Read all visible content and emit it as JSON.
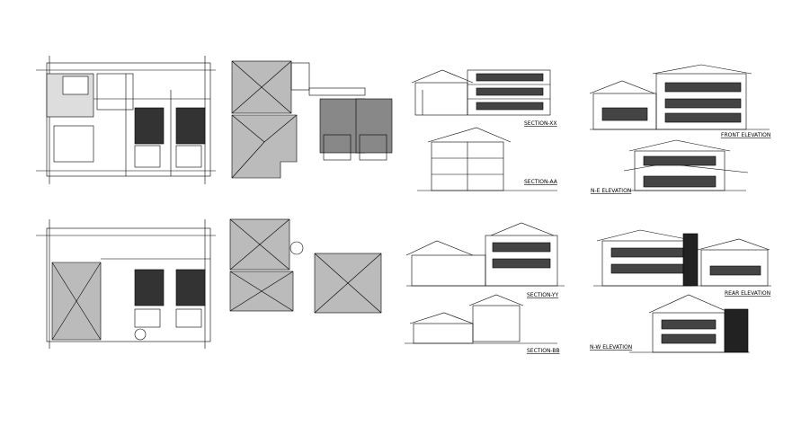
{
  "labels": {
    "section_xx": "SECTION-XX",
    "section_aa": "SECTION-AA",
    "section_yy": "SECTION-YY",
    "section_bb": "SECTION-BB",
    "front_elevation": "FRONT ELEVATION",
    "ne_elevation": "N-E ELEVATION",
    "rear_elevation": "REAR ELEVATION",
    "nw_elevation": "N-W ELEVATION"
  },
  "colors": {
    "ink": "#000000",
    "paper": "#ffffff"
  }
}
